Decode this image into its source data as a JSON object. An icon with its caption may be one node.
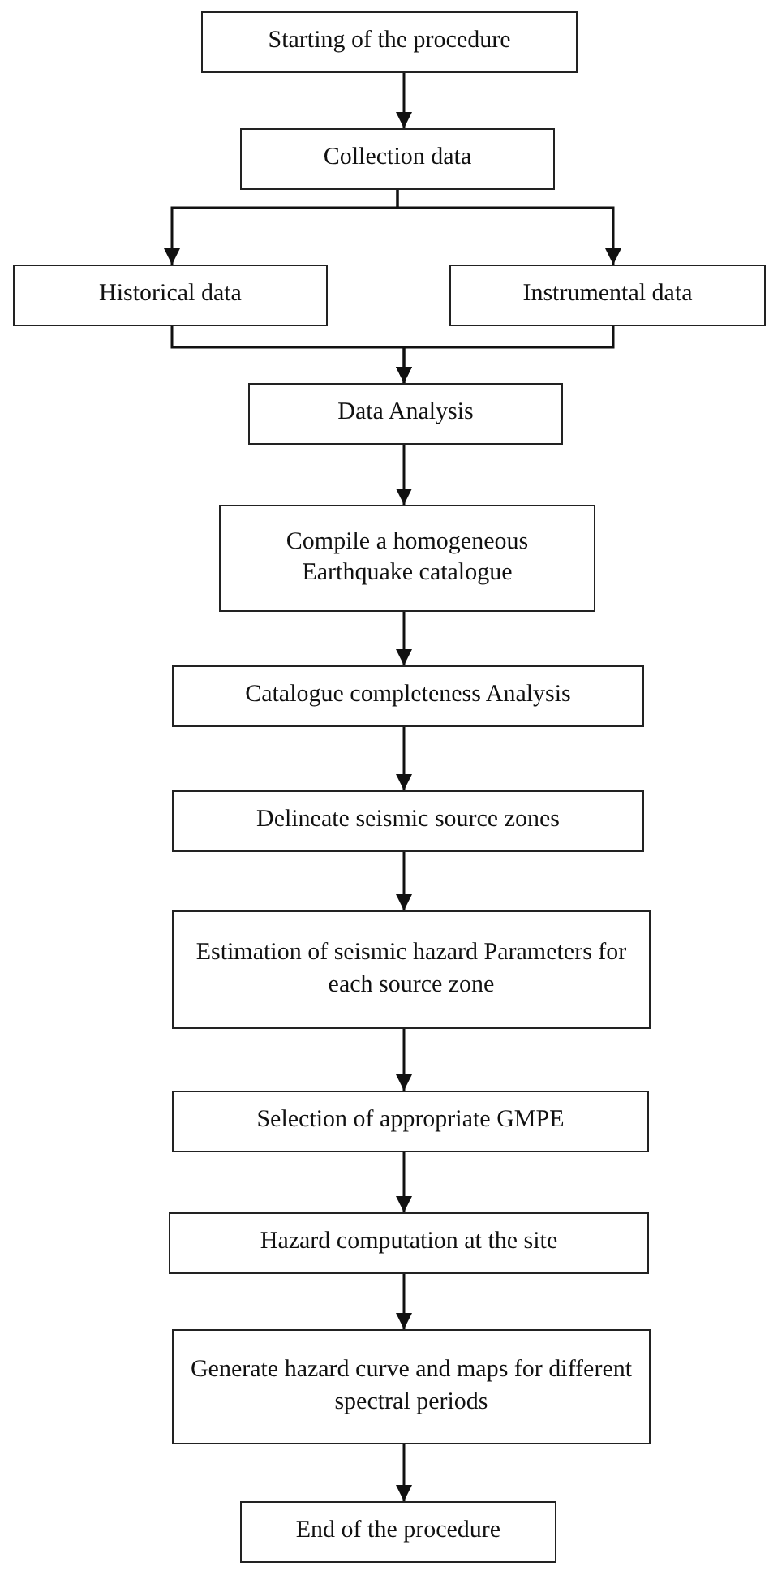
{
  "diagram": {
    "nodes": [
      {
        "text": [
          "Starting of the procedure"
        ]
      },
      {
        "text": [
          "Collection data"
        ]
      },
      {
        "text": [
          "Historical data"
        ]
      },
      {
        "text": [
          "Instrumental data"
        ]
      },
      {
        "text": [
          "Data Analysis"
        ]
      },
      {
        "text": [
          "Compile a homogeneous Earthquake catalogue"
        ]
      },
      {
        "text": [
          "Catalogue completeness Analysis"
        ]
      },
      {
        "text": [
          "Delineate seismic source zones"
        ]
      },
      {
        "text": [
          "Estimation of seismic hazard Parameters for each source zone"
        ]
      },
      {
        "text": [
          "Selection of appropriate GMPE"
        ]
      },
      {
        "text": [
          "Hazard computation at the site"
        ]
      },
      {
        "text": [
          "Generate hazard curve and maps for different spectral periods"
        ]
      },
      {
        "text": [
          "End of the procedure"
        ]
      }
    ],
    "edges": [
      {
        "from": 0,
        "to": 1,
        "arrow": "to"
      },
      {
        "from": 1,
        "to": 2,
        "arrow": "to"
      },
      {
        "from": 1,
        "to": 3,
        "arrow": "to"
      },
      {
        "from": 2,
        "to": 4,
        "arrow": "to"
      },
      {
        "from": 3,
        "to": 4,
        "arrow": "to"
      },
      {
        "from": 4,
        "to": 5,
        "arrow": "to"
      },
      {
        "from": 5,
        "to": 6,
        "arrow": "to"
      },
      {
        "from": 6,
        "to": 7,
        "arrow": "to"
      },
      {
        "from": 7,
        "to": 8,
        "arrow": "to"
      },
      {
        "from": 8,
        "to": 9,
        "arrow": "to"
      },
      {
        "from": 9,
        "to": 10,
        "arrow": "to"
      },
      {
        "from": 10,
        "to": 11,
        "arrow": "to"
      },
      {
        "from": 11,
        "to": 12,
        "arrow": "to"
      }
    ]
  }
}
